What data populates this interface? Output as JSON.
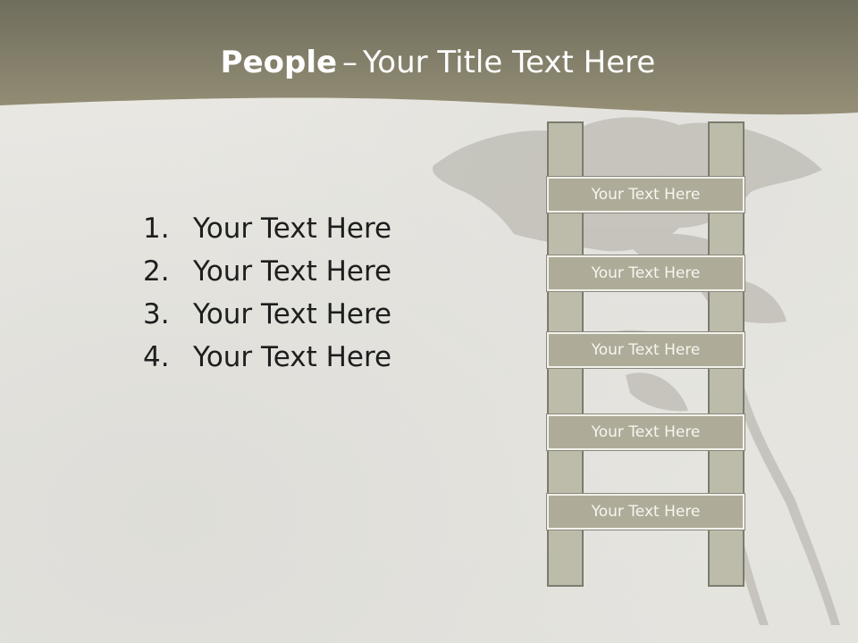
{
  "slide": {
    "title_bold": "People",
    "title_dash": "–",
    "title_rest": "Your Title Text Here"
  },
  "list": {
    "items": [
      {
        "number": "1.",
        "text": "Your Text Here"
      },
      {
        "number": "2.",
        "text": "Your Text Here"
      },
      {
        "number": "3.",
        "text": "Your Text Here"
      },
      {
        "number": "4.",
        "text": "Your Text Here"
      }
    ]
  },
  "ladder": {
    "rungs": [
      "Your Text Here",
      "Your Text Here",
      "Your Text Here",
      "Your Text Here",
      "Your Text Here"
    ]
  },
  "colors": {
    "header_band": "#8d8a73",
    "ladder_fill": "#b7b5a2",
    "ladder_border": "#7c7b70",
    "text_dark": "#1e1e1e"
  }
}
